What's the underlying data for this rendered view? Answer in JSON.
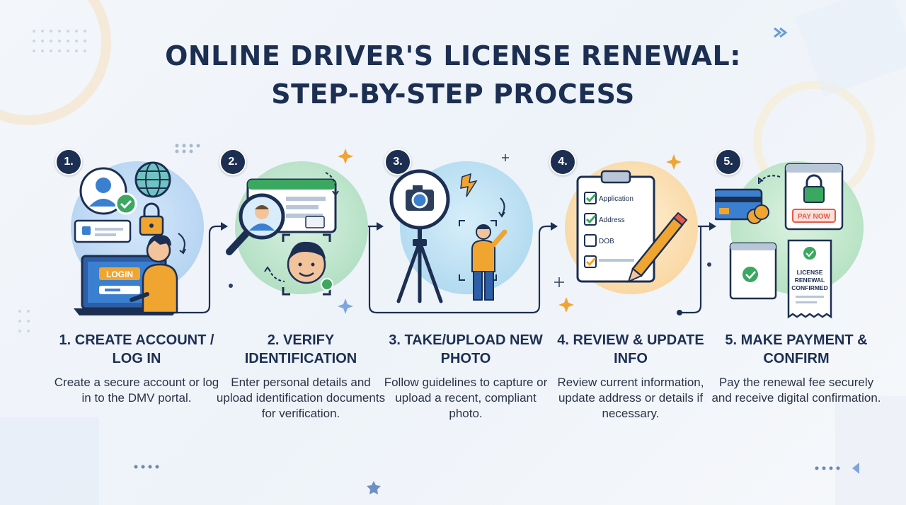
{
  "title_line1": "ONLINE DRIVER'S LICENSE RENEWAL:",
  "title_line2": "STEP-BY-STEP PROCESS",
  "steps": [
    {
      "number": "1.",
      "title": "1. CREATE ACCOUNT / LOG IN",
      "description": "Create a secure account or log in to the DMV portal.",
      "button_label": "LOGIN",
      "circle_color": "#bcd7f2"
    },
    {
      "number": "2.",
      "title": "2. VERIFY IDENTIFICATION",
      "description": "Enter personal details and upload identification documents for verification.",
      "circle_color": "#c5e8d4"
    },
    {
      "number": "3.",
      "title": "3. TAKE/UPLOAD NEW PHOTO",
      "description": "Follow guidelines to capture or upload a recent, compliant photo.",
      "circle_color": "#bfe0f2"
    },
    {
      "number": "4.",
      "title": "4. REVIEW & UPDATE INFO",
      "description": "Review current information, update address or details if necessary.",
      "form_labels": [
        "Application",
        "Address",
        "DOB"
      ],
      "circle_color": "#fbe1b8"
    },
    {
      "number": "5.",
      "title": "5. MAKE PAYMENT & CONFIRM",
      "description": "Pay the renewal fee securely and receive digital confirmation.",
      "pay_label": "PAY NOW",
      "receipt_lines": [
        "LICENSE",
        "RENEWAL",
        "CONFIRMED"
      ],
      "circle_color": "#c9ead2"
    }
  ],
  "colors": {
    "navy": "#1c2f52",
    "green": "#3aa860",
    "orange": "#f0a531",
    "red": "#e35a4a",
    "blue": "#3b7fd0"
  }
}
